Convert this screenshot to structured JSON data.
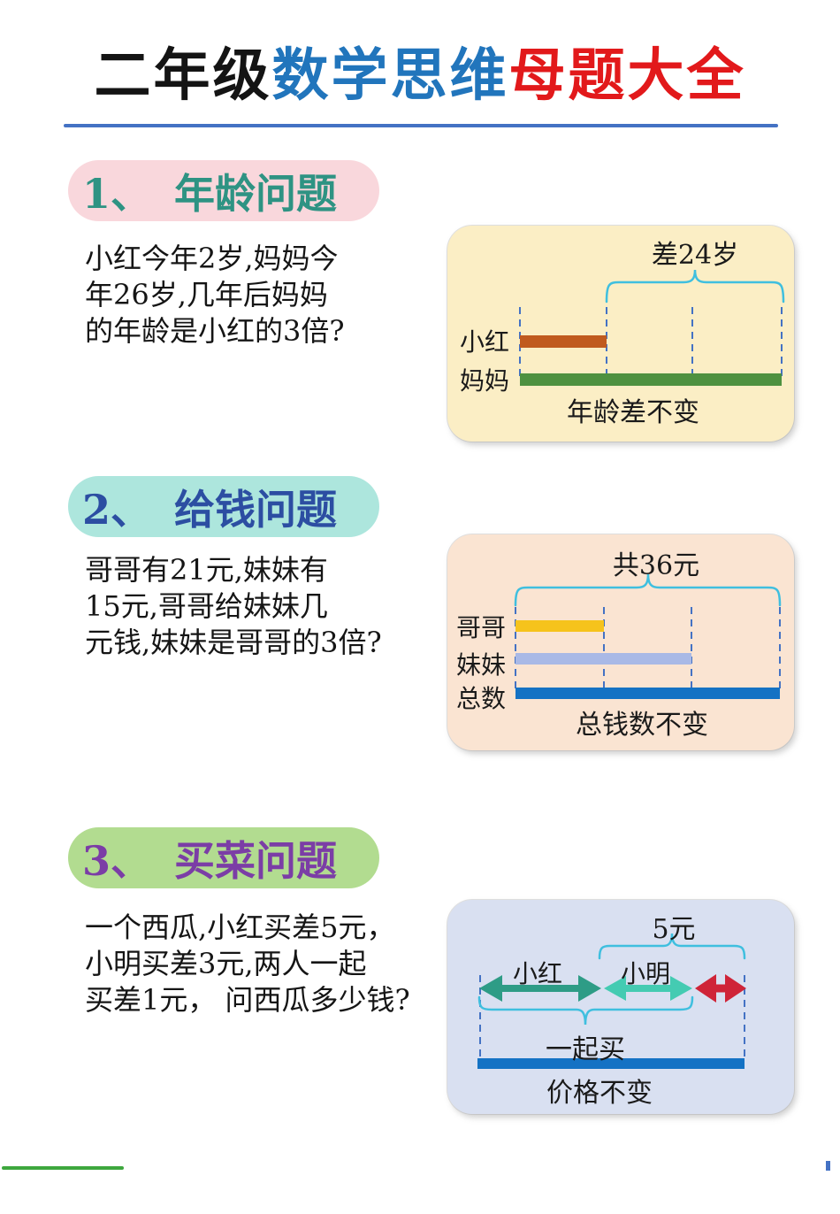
{
  "title": {
    "grade": "二年级",
    "subject": "数学思维",
    "suffix": "母题大全"
  },
  "sections": [
    {
      "badge": {
        "number": "1、",
        "label": "年龄问题"
      },
      "problem_lines": [
        "小红今年2岁,妈妈今",
        "年26岁,几年后妈妈",
        "的年龄是小红的3倍?"
      ],
      "diagram": {
        "top_label": "差24岁",
        "row_labels": [
          "小红",
          "妈妈"
        ],
        "caption": "年龄差不变"
      }
    },
    {
      "badge": {
        "number": "2、",
        "label": "给钱问题"
      },
      "problem_lines": [
        "哥哥有21元,妹妹有",
        "15元,哥哥给妹妹几",
        "元钱,妹妹是哥哥的3倍?"
      ],
      "diagram": {
        "top_label": "共36元",
        "row_labels": [
          "哥哥",
          "妹妹",
          "总数"
        ],
        "caption": "总钱数不变"
      }
    },
    {
      "badge": {
        "number": "3、",
        "label": "买菜问题"
      },
      "problem_lines": [
        "一个西瓜,小红买差5元，",
        "小明买差3元,两人一起",
        "买差1元， 问西瓜多少钱?"
      ],
      "diagram": {
        "top_label": "5元",
        "arrow_labels": [
          "小红",
          "小明"
        ],
        "middle_label": "一起买",
        "caption": "价格不变"
      }
    }
  ],
  "colors": {
    "title_blue": "#2175BC",
    "title_red": "#E2191B",
    "underline_blue": "#4472C4",
    "badge1_bg": "#F9D7DC",
    "badge1_text": "#2E9383",
    "badge2_bg": "#ADE6DD",
    "badge2_text": "#2C4EA2",
    "badge3_bg": "#B2DC90",
    "badge3_text": "#7B3DA6",
    "diagram1_bg": "#FBEEC5",
    "diagram2_bg": "#FAE4D2",
    "diagram3_bg": "#D9E0F1",
    "bar_orange": "#C05A1E",
    "bar_green": "#4E9140",
    "bar_yellow": "#F6C31C",
    "bar_periwinkle": "#A9B9E6",
    "bar_blue": "#1472C4",
    "brace_cyan": "#3FBFDF",
    "dash_blue": "#4472C4",
    "arrow_dark_teal": "#2E9C86",
    "arrow_aqua": "#44CBB2",
    "arrow_red": "#CF2438",
    "bottom_line_green": "#3EA73E"
  }
}
